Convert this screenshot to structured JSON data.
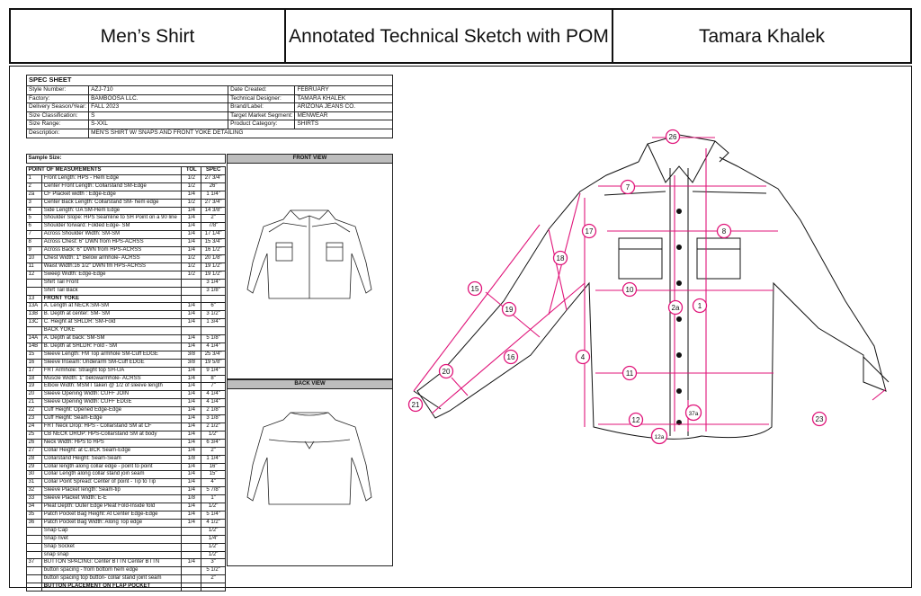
{
  "header": {
    "left": "Men’s Shirt",
    "middle": "Annotated Technical Sketch with POM",
    "right": "Tamara Khalek"
  },
  "spec_sheet": {
    "title": "SPEC SHEET",
    "rows": [
      [
        "Style Number:",
        "AZJ-710",
        "Date Created:",
        "FEBRUARY"
      ],
      [
        "Factory:",
        "BAMBOOSA LLC.",
        "Technical Designer:",
        "TAMARA KHALEK"
      ],
      [
        "Delivery Season/Year:",
        "FALL 2023",
        "Brand/Label:",
        "ARIZONA JEANS CO."
      ],
      [
        "Size Classification:",
        "S",
        "Target Market Segment:",
        "MENWEAR"
      ],
      [
        "Size Range:",
        "S-XXL",
        "Product Category:",
        "SHIRTS"
      ]
    ],
    "description_label": "Description:",
    "description": "MEN'S SHIRT W/ SNAPS AND FRONT YOKE DETAILING"
  },
  "pom": {
    "sample_size_label": "Sample Size:",
    "headers": [
      "POINT OF MEASUREMENTS",
      "TOL",
      "SPEC"
    ],
    "rows": [
      [
        "1",
        "Front Length: HPS - Hem Edge",
        "1/2",
        "27 3/4\""
      ],
      [
        "2",
        "Center Front Length: Collarstand SM-Edge",
        "1/2",
        "26\""
      ],
      [
        "2a",
        "CF Placket width : Edge-Edge",
        "1/4",
        "1 1/4\""
      ],
      [
        "3",
        "Center Back Length: Collarstand SM- hem edge",
        "1/2",
        "27 3/4\""
      ],
      [
        "4",
        "Side Length: UA SM-Hem Edge",
        "1/4",
        "14 3/8\""
      ],
      [
        "5",
        "Shoulder Slope: HPS Seamline to SH Point on a 90 line",
        "1/4",
        "2\""
      ],
      [
        "6",
        "Shoulder forward: Folded Edge- SM",
        "1/4",
        "7/8\""
      ],
      [
        "7",
        "Across Shoulder Width: SM-SM",
        "1/4",
        "17 1/4\""
      ],
      [
        "8",
        "Across Chest: 6\" DWN from HPS-ACRSS",
        "1/4",
        "15 3/4\""
      ],
      [
        "9",
        "Across Back: 6\" DWN from HPS-ACRSS",
        "1/4",
        "16 1/2\""
      ],
      [
        "10",
        "Chest Width: 1\" Below armhole- ACRSS",
        "1/2",
        "20 1/8\""
      ],
      [
        "11",
        "Waist Width:16 1/2\" DWN fm HPS-ACRSS",
        "1/2",
        "19 1/2\""
      ],
      [
        "12",
        "Sweep Width: Edge-Edge",
        "1/2",
        "19 1/2\""
      ],
      [
        "",
        "Shirt Tail Front",
        "",
        "3 1/4\""
      ],
      [
        "",
        "Shirt Tail Back",
        "",
        "3 1/8\""
      ],
      [
        "13",
        "FRONT YOKE",
        "",
        ""
      ],
      [
        "13A",
        "A. Length at NECK:SM-SM",
        "1/4",
        "6\""
      ],
      [
        "13B",
        "B. Depth at center: SM- SM",
        "1/4",
        "3 1/2\""
      ],
      [
        "13C",
        "C. Height at SHLDR: SM-Fold",
        "1/4",
        "1 3/4\""
      ],
      [
        "",
        "BACK YOKE",
        "",
        ""
      ],
      [
        "14A",
        "A. Depth at back: SM-SM",
        "1/4",
        "5 1/8\""
      ],
      [
        "14B",
        "B. Depth at SHLDR: Fold - SM",
        "1/4",
        "4 1/4\""
      ],
      [
        "15",
        "Sleeve Length: FM Top armhole SM-Cuff EDGE",
        "3/8",
        "25 3/4\""
      ],
      [
        "16",
        "Sleeve Inseam: Underarm SM-Cuff EDGE",
        "3/8",
        "19 5/8\""
      ],
      [
        "17",
        "FRT Armhole: Straight top SH-UA",
        "1/4",
        "9 1/4\""
      ],
      [
        "18",
        "Muscle Width: 1\" belowarmhole- ACRSS",
        "1/4",
        "8\""
      ],
      [
        "19",
        "Elbow Width: MSMT taken @ 1/2 of sleeve length",
        "1/4",
        "7\""
      ],
      [
        "20",
        "Sleeve Opening Width: CUFF JOIN",
        "1/4",
        "4 1/4\""
      ],
      [
        "21",
        "Sleeve Opening Width: CUFF EDGE",
        "1/4",
        "4 1/4\""
      ],
      [
        "22",
        "Cuff Height: Opened Edge-Edge",
        "1/4",
        "2 1/8\""
      ],
      [
        "23",
        "Cuff Height: Seam-Edge",
        "1/4",
        "3 1/8\""
      ],
      [
        "24",
        "FRT Neck Drop: HPS - Collarstand SM at CF",
        "1/4",
        "2 1/2\""
      ],
      [
        "25",
        "CB NECK DROP: HPS-Collarstand SM at body",
        "1/4",
        "1/2\""
      ],
      [
        "26",
        "Neck Width: HPS to HPS",
        "1/4",
        "6 3/4\""
      ],
      [
        "27",
        "Collar Height: at C.BCK Seam-Edge",
        "1/4",
        "2\""
      ],
      [
        "28",
        "Collarstand Height: Seam-Seam",
        "1/8",
        "1 1/4\""
      ],
      [
        "29",
        "Collar length along collar edge - point to point",
        "1/4",
        "16\""
      ],
      [
        "30",
        "Collar Length along collar stand join seam",
        "1/4",
        "15\""
      ],
      [
        "31",
        "Collar Point Spread: Center of point - Tip to Tip",
        "1/4",
        "4\""
      ],
      [
        "32",
        "Sleeve Placket length: Seam-tip",
        "1/4",
        "5 7/8\""
      ],
      [
        "33",
        "Sleeve Placket Width: E-E",
        "1/8",
        "1\""
      ],
      [
        "34",
        "Pleat Depth: Outer Edge Pleat Fold-Inside fold",
        "1/4",
        "1/2\""
      ],
      [
        "35",
        "Patch Pocket Bag Height: At Center Edge-Edge",
        "1/4",
        "5 1/4\""
      ],
      [
        "36",
        "Patch Pocket Bag Width: Along Top edge",
        "1/4",
        "4 1/2\""
      ],
      [
        "",
        "Snap Cap",
        "",
        "1/2\""
      ],
      [
        "",
        "Snap rivet",
        "",
        "1/4\""
      ],
      [
        "",
        "Snap Socket",
        "",
        "1/2\""
      ],
      [
        "",
        "snap snap",
        "",
        "1/2\""
      ],
      [
        "37",
        "BUTTON SPACING: Center BTTN Center BTTN",
        "1/4",
        "3\""
      ],
      [
        "",
        "button spacing - from bottom hem edge",
        "",
        "5 1/2\""
      ],
      [
        "",
        "button spacing top button- collar stand joint seam",
        "",
        "2\""
      ],
      [
        "",
        "BUTTON PLACEMENT ON FLAP POCKET",
        "",
        ""
      ]
    ]
  },
  "views": {
    "front_label": "FRONT VIEW",
    "back_label": "BACK VIEW"
  },
  "callouts": [
    "26",
    "7",
    "8",
    "17",
    "18",
    "15",
    "19",
    "10",
    "2a",
    "1",
    "4",
    "16",
    "11",
    "20",
    "21",
    "12",
    "37a",
    "12a",
    "23"
  ],
  "colors": {
    "accent": "#e0157a",
    "line": "#111111"
  }
}
